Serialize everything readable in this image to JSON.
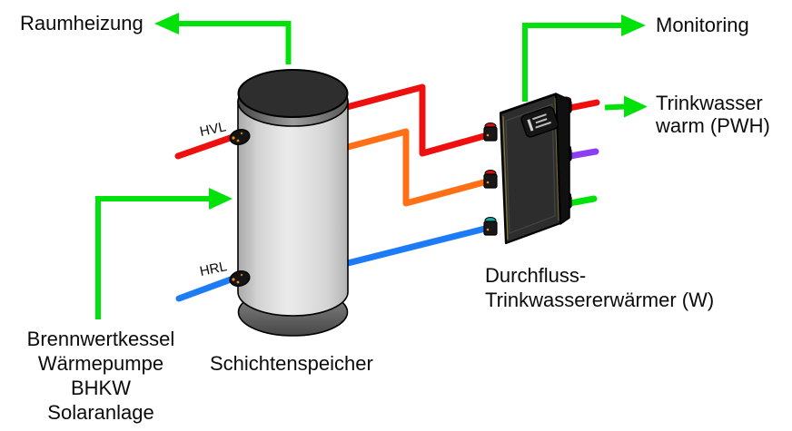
{
  "colors": {
    "green": "#00e20a",
    "red": "#ee0f0f",
    "orange": "#ff6f15",
    "blue": "#1d7bf5",
    "purple": "#8b3ff0"
  },
  "labels": {
    "room_heating": "Raumheizung",
    "monitoring": "Monitoring",
    "dhw_warm": {
      "line1": "Trinkwasser",
      "line2": "warm (PWH)"
    },
    "tank": "Schichtenspeicher",
    "exchanger": {
      "line1": "Durchfluss-",
      "line2": "Trinkwassererwärmer (W)"
    },
    "tank_port_top": "HVL",
    "tank_port_bottom": "HRL",
    "heat_sources": [
      "Brennwertkessel",
      "Wärmepumpe",
      "BHKW",
      "Solaranlage"
    ]
  }
}
